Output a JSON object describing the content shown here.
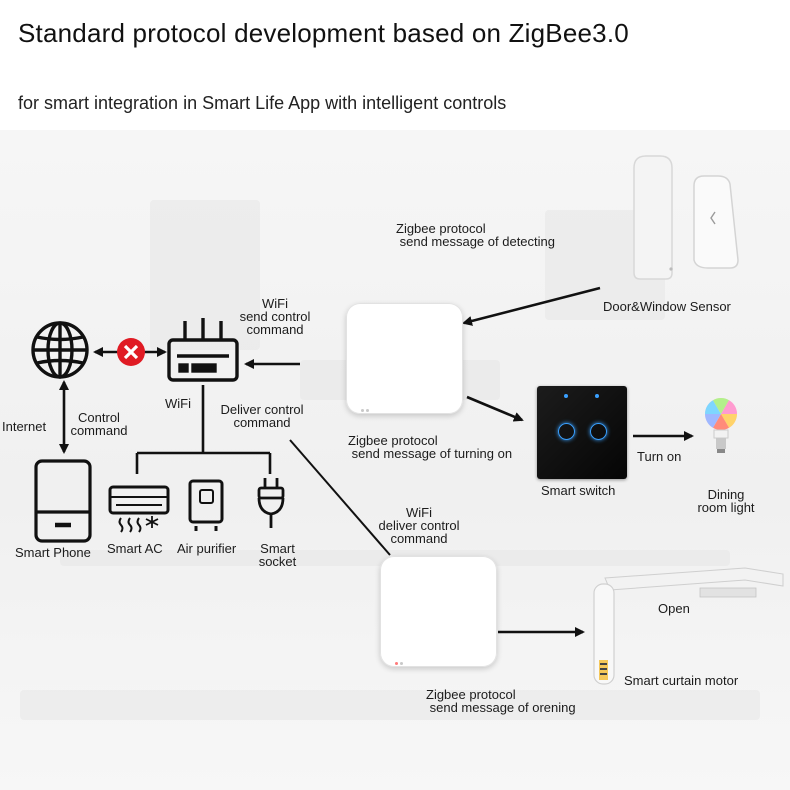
{
  "header": {
    "title": "Standard protocol development based on ZigBee3.0",
    "subtitle": "for smart integration in Smart Life App with intelligent controls"
  },
  "labels": {
    "zigbee_detect": "Zigbee protocol\n send message of detecting",
    "door_window": "Door&Window Sensor",
    "wifi_send": "WiFi\nsend control\ncommand",
    "wifi": "WiFi",
    "deliver_control": "Deliver control\ncommand",
    "internet": "Internet",
    "control_command": "Control\ncommand",
    "zigbee_turning": "Zigbee protocol\n send message of turning on",
    "smart_switch": "Smart switch",
    "turn_on": "Turn on",
    "dining_light": "Dining\nroom light",
    "smart_phone": "Smart Phone",
    "smart_ac": "Smart AC",
    "air_purifier": "Air purifier",
    "smart_socket": "Smart\nsocket",
    "wifi_deliver": "WiFi\ndeliver control\ncommand",
    "open": "Open",
    "curtain_motor": "Smart curtain motor",
    "zigbee_opening": "Zigbee protocol\n send message of orening"
  },
  "icons": [
    "globe-icon",
    "blocked-x-icon",
    "router-icon",
    "smartphone-icon",
    "air-conditioner-icon",
    "air-purifier-icon",
    "plug-icon",
    "zigbee-hub",
    "door-window-sensor",
    "smart-switch",
    "bulb-icon",
    "curtain-motor"
  ],
  "colors": {
    "arrow": "#111111",
    "blocked": "#e01b24",
    "switch_led": "#3aa0ff"
  }
}
